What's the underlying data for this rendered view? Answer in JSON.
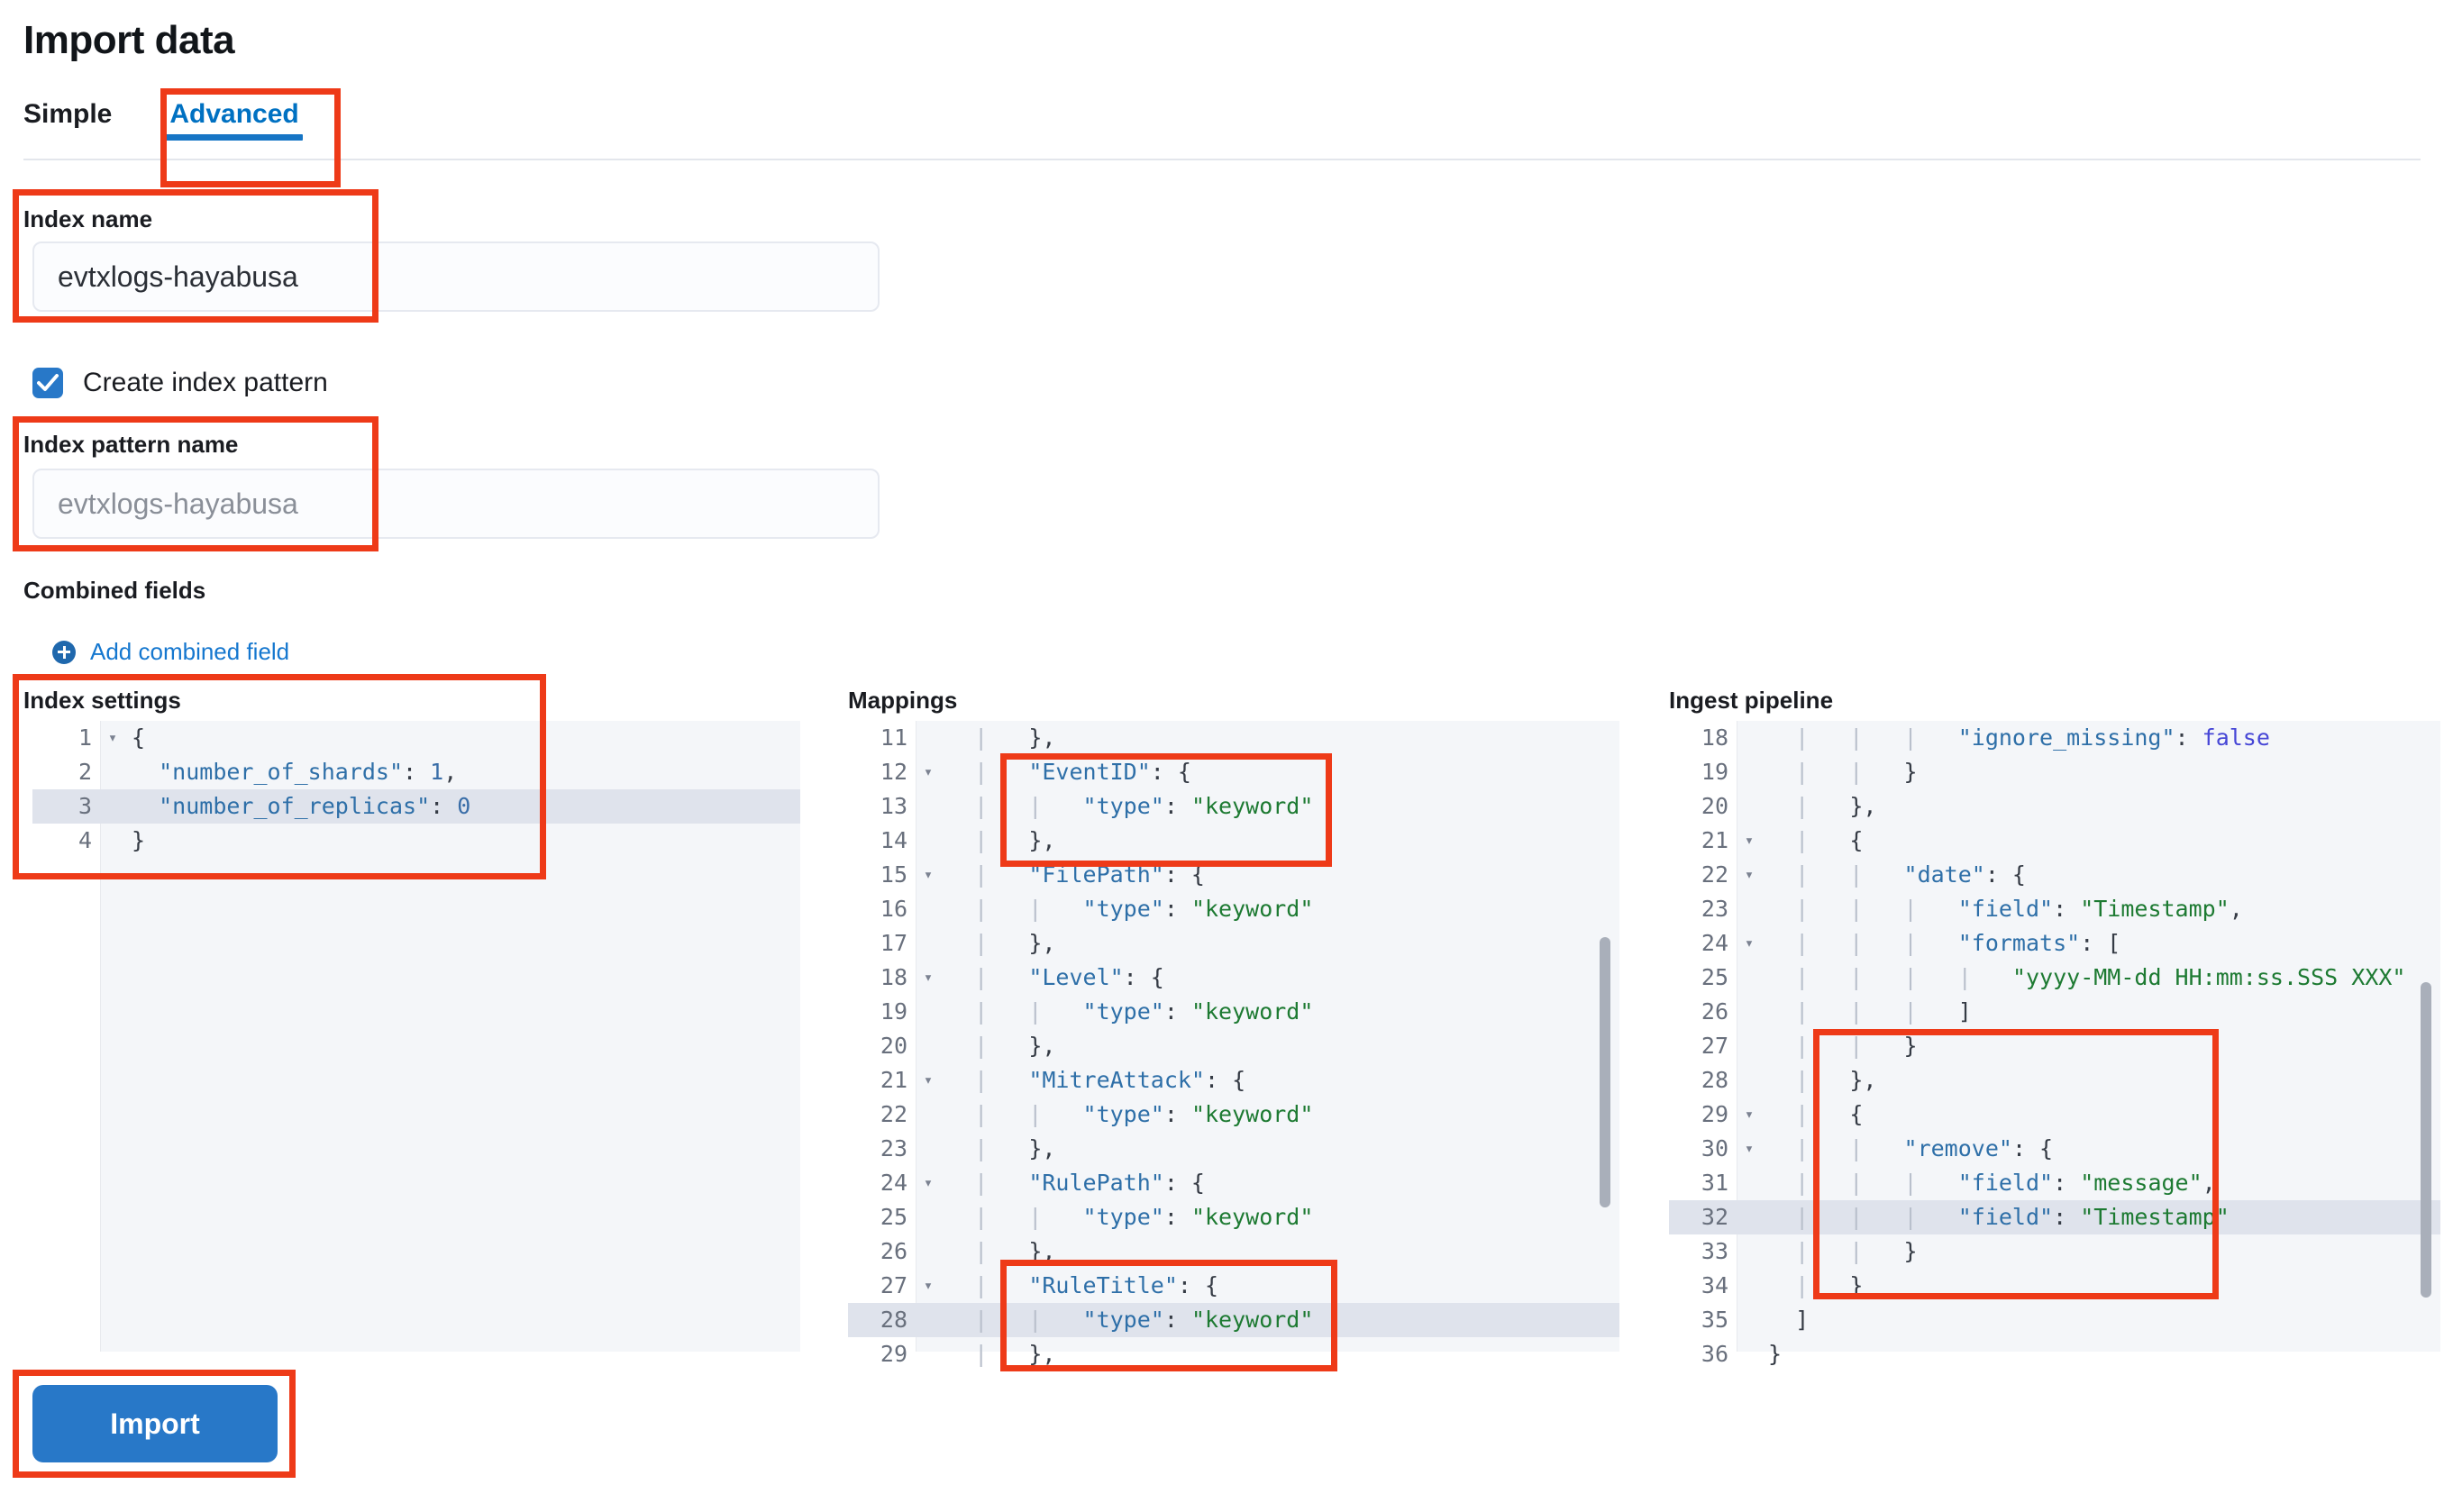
{
  "page": {
    "title": "Import data"
  },
  "tabs": [
    {
      "label": "Simple",
      "active": false
    },
    {
      "label": "Advanced",
      "active": true
    }
  ],
  "form": {
    "index_name_label": "Index name",
    "index_name_value": "evtxlogs-hayabusa",
    "create_index_pattern_label": "Create index pattern",
    "create_index_pattern_checked": true,
    "index_pattern_name_label": "Index pattern name",
    "index_pattern_name_value": "evtxlogs-hayabusa",
    "combined_fields_label": "Combined fields",
    "add_combined_field_label": "Add combined field"
  },
  "editors": {
    "index_settings": {
      "title": "Index settings",
      "lines": [
        {
          "n": "1",
          "fold": true,
          "hl": false,
          "text": "{"
        },
        {
          "n": "2",
          "fold": false,
          "hl": false,
          "text": "  \"number_of_shards\": 1,"
        },
        {
          "n": "3",
          "fold": false,
          "hl": true,
          "text": "  \"number_of_replicas\": 0"
        },
        {
          "n": "4",
          "fold": false,
          "hl": false,
          "text": "}"
        }
      ]
    },
    "mappings": {
      "title": "Mappings",
      "lines": [
        {
          "n": "11",
          "fold": false,
          "hl": false,
          "text": "  |   },"
        },
        {
          "n": "12",
          "fold": true,
          "hl": false,
          "text": "  |   \"EventID\": {"
        },
        {
          "n": "13",
          "fold": false,
          "hl": false,
          "text": "  |   |   \"type\": \"keyword\""
        },
        {
          "n": "14",
          "fold": false,
          "hl": false,
          "text": "  |   },"
        },
        {
          "n": "15",
          "fold": true,
          "hl": false,
          "text": "  |   \"FilePath\": {"
        },
        {
          "n": "16",
          "fold": false,
          "hl": false,
          "text": "  |   |   \"type\": \"keyword\""
        },
        {
          "n": "17",
          "fold": false,
          "hl": false,
          "text": "  |   },"
        },
        {
          "n": "18",
          "fold": true,
          "hl": false,
          "text": "  |   \"Level\": {"
        },
        {
          "n": "19",
          "fold": false,
          "hl": false,
          "text": "  |   |   \"type\": \"keyword\""
        },
        {
          "n": "20",
          "fold": false,
          "hl": false,
          "text": "  |   },"
        },
        {
          "n": "21",
          "fold": true,
          "hl": false,
          "text": "  |   \"MitreAttack\": {"
        },
        {
          "n": "22",
          "fold": false,
          "hl": false,
          "text": "  |   |   \"type\": \"keyword\""
        },
        {
          "n": "23",
          "fold": false,
          "hl": false,
          "text": "  |   },"
        },
        {
          "n": "24",
          "fold": true,
          "hl": false,
          "text": "  |   \"RulePath\": {"
        },
        {
          "n": "25",
          "fold": false,
          "hl": false,
          "text": "  |   |   \"type\": \"keyword\""
        },
        {
          "n": "26",
          "fold": false,
          "hl": false,
          "text": "  |   },"
        },
        {
          "n": "27",
          "fold": true,
          "hl": false,
          "text": "  |   \"RuleTitle\": {"
        },
        {
          "n": "28",
          "fold": false,
          "hl": true,
          "text": "  |   |   \"type\": \"keyword\""
        },
        {
          "n": "29",
          "fold": false,
          "hl": false,
          "text": "  |   },"
        }
      ]
    },
    "ingest_pipeline": {
      "title": "Ingest pipeline",
      "lines": [
        {
          "n": "18",
          "fold": false,
          "hl": false,
          "text": "  |   |   |   \"ignore_missing\": false"
        },
        {
          "n": "19",
          "fold": false,
          "hl": false,
          "text": "  |   |   }"
        },
        {
          "n": "20",
          "fold": false,
          "hl": false,
          "text": "  |   },"
        },
        {
          "n": "21",
          "fold": true,
          "hl": false,
          "text": "  |   {"
        },
        {
          "n": "22",
          "fold": true,
          "hl": false,
          "text": "  |   |   \"date\": {"
        },
        {
          "n": "23",
          "fold": false,
          "hl": false,
          "text": "  |   |   |   \"field\": \"Timestamp\","
        },
        {
          "n": "24",
          "fold": true,
          "hl": false,
          "text": "  |   |   |   \"formats\": ["
        },
        {
          "n": "25",
          "fold": false,
          "hl": false,
          "text": "  |   |   |   |   \"yyyy-MM-dd HH:mm:ss.SSS XXX\""
        },
        {
          "n": "26",
          "fold": false,
          "hl": false,
          "text": "  |   |   |   ]"
        },
        {
          "n": "27",
          "fold": false,
          "hl": false,
          "text": "  |   |   }"
        },
        {
          "n": "28",
          "fold": false,
          "hl": false,
          "text": "  |   },"
        },
        {
          "n": "29",
          "fold": true,
          "hl": false,
          "text": "  |   {"
        },
        {
          "n": "30",
          "fold": true,
          "hl": false,
          "text": "  |   |   \"remove\": {"
        },
        {
          "n": "31",
          "fold": false,
          "hl": false,
          "text": "  |   |   |   \"field\": \"message\","
        },
        {
          "n": "32",
          "fold": false,
          "hl": true,
          "text": "  |   |   |   \"field\": \"Timestamp\""
        },
        {
          "n": "33",
          "fold": false,
          "hl": false,
          "text": "  |   |   }"
        },
        {
          "n": "34",
          "fold": false,
          "hl": false,
          "text": "  |   }"
        },
        {
          "n": "35",
          "fold": false,
          "hl": false,
          "text": "  ]"
        },
        {
          "n": "36",
          "fold": false,
          "hl": false,
          "text": "}"
        }
      ]
    }
  },
  "actions": {
    "import_label": "Import"
  },
  "colors": {
    "accent": "#2878c8",
    "link": "#1577cf",
    "annotation": "#ee3a18",
    "tab_active": "#0071c2"
  }
}
